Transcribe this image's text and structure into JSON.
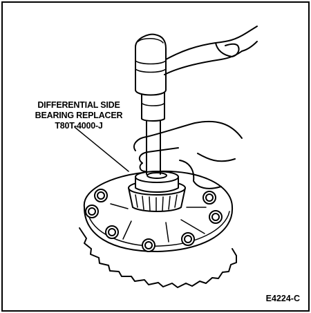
{
  "callout": {
    "line1": "DIFFERENTIAL SIDE",
    "line2": "BEARING REPLACER",
    "line3": "T80T-4000-J"
  },
  "figure_id": "E4224-C"
}
